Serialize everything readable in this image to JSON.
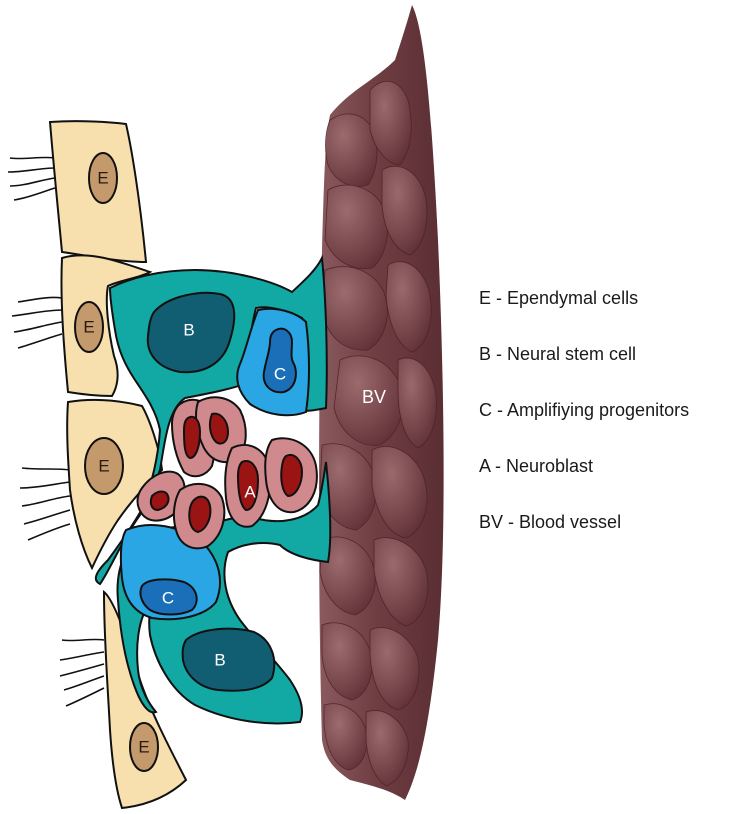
{
  "labels": {
    "ependymal": "E",
    "stem": "B",
    "progenitor": "C",
    "neuroblast": "A",
    "vessel": "BV"
  },
  "legend": [
    {
      "text": "E - Ependymal cells"
    },
    {
      "text": "B - Neural stem cell"
    },
    {
      "text": "C - Amplifiying progenitors"
    },
    {
      "text": "A - Neuroblast"
    },
    {
      "text": "BV - Blood vessel"
    }
  ],
  "colors": {
    "ependymal_fill": "#f7dfae",
    "ependymal_nucleus": "#c49a6c",
    "stem_fill": "#12a8a4",
    "stem_nucleus": "#115e73",
    "progenitor_fill": "#2aa6e4",
    "progenitor_nucleus": "#1a6fb8",
    "neuroblast_fill": "#d08a8e",
    "neuroblast_nucleus": "#9b1414",
    "vessel": "#7e4a4e"
  }
}
